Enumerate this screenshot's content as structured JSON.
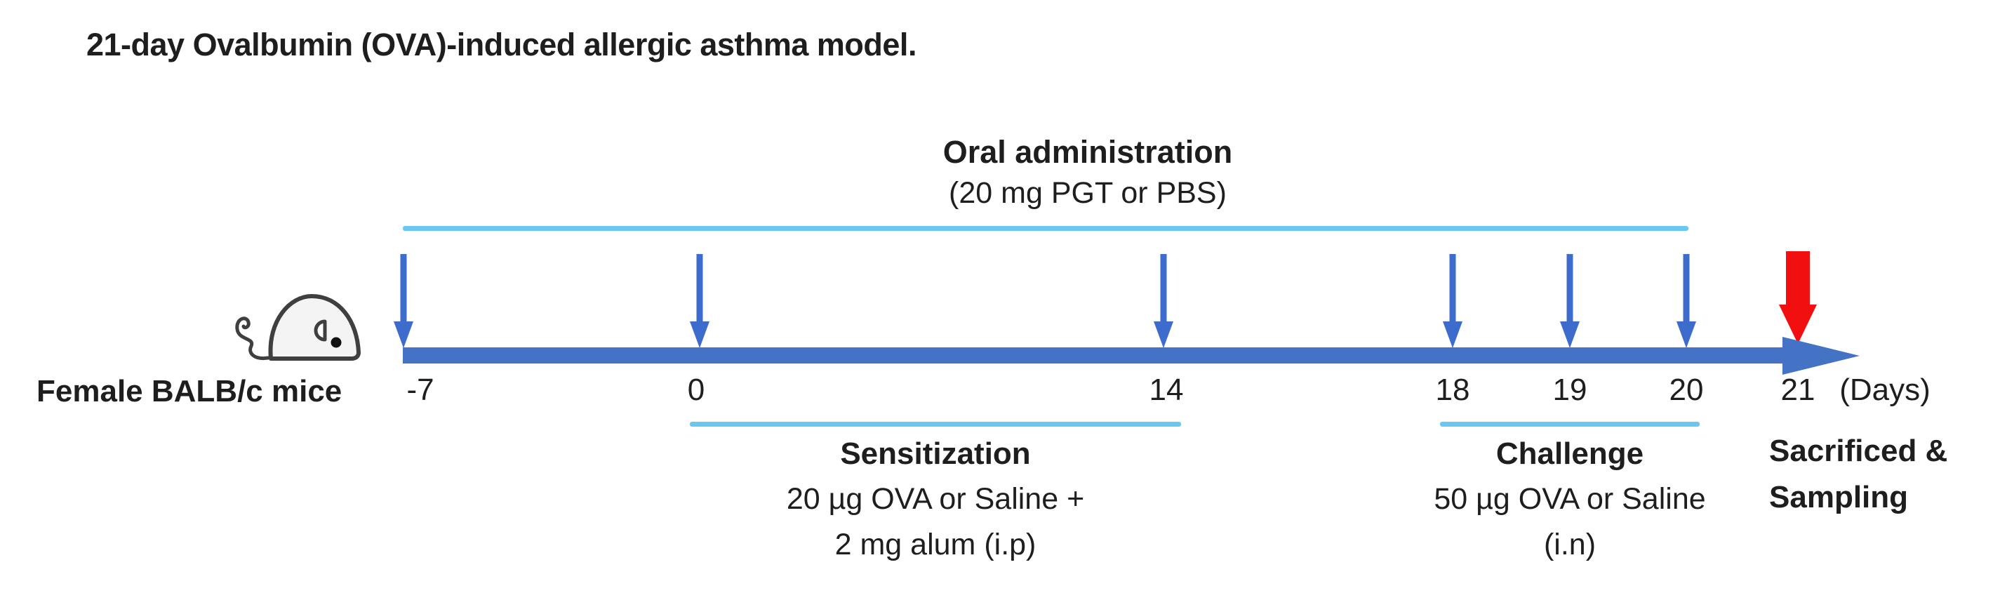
{
  "title": "21-day Ovalbumin (OVA)-induced allergic asthma model.",
  "subject": {
    "label": "Female BALB/c mice"
  },
  "oral_administration": {
    "title": "Oral administration",
    "detail": "(20 mg PGT or PBS)"
  },
  "timeline": {
    "unit_label": "(Days)",
    "days": [
      {
        "label": "-7"
      },
      {
        "label": "0"
      },
      {
        "label": "14"
      },
      {
        "label": "18"
      },
      {
        "label": "19"
      },
      {
        "label": "20"
      },
      {
        "label": "21"
      }
    ]
  },
  "sensitization": {
    "title": "Sensitization",
    "dose_line": "20 µg OVA or Saline +",
    "adjuvant_line": "2 mg alum (i.p)"
  },
  "challenge": {
    "title": "Challenge",
    "dose_line": "50 µg OVA or Saline",
    "route_line": "(i.n)"
  },
  "endpoint": {
    "line1": "Sacrificed &",
    "line2": "Sampling"
  },
  "colors": {
    "timeline_blue": "#4472c4",
    "arrow_blue": "#3e6ccd",
    "sacrifice_red": "#f10f0f",
    "bracket_cyan": "#6ac7f0",
    "text_color": "#1e1e1e"
  }
}
